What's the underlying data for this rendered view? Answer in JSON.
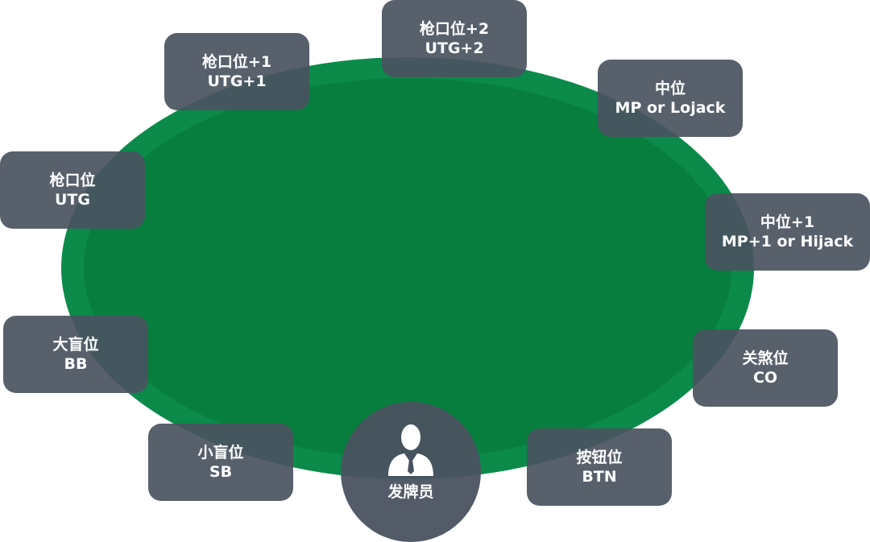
{
  "colors": {
    "table_rim": "#0b8a4a",
    "table_felt": "#07803f",
    "seat_bg": "#4a5260",
    "text": "#ffffff"
  },
  "seats": {
    "utg2": {
      "cn": "枪口位+2",
      "en": "UTG+2"
    },
    "utg1": {
      "cn": "枪口位+1",
      "en": "UTG+1"
    },
    "mp": {
      "cn": "中位",
      "en": "MP or Lojack"
    },
    "utg": {
      "cn": "枪口位",
      "en": "UTG"
    },
    "hj": {
      "cn": "中位+1",
      "en": "MP+1 or Hijack"
    },
    "bb": {
      "cn": "大盲位",
      "en": "BB"
    },
    "co": {
      "cn": "关煞位",
      "en": "CO"
    },
    "sb": {
      "cn": "小盲位",
      "en": "SB"
    },
    "btn": {
      "cn": "按钮位",
      "en": "BTN"
    }
  },
  "dealer": {
    "label": "发牌员",
    "icon": "dealer-person-icon"
  }
}
